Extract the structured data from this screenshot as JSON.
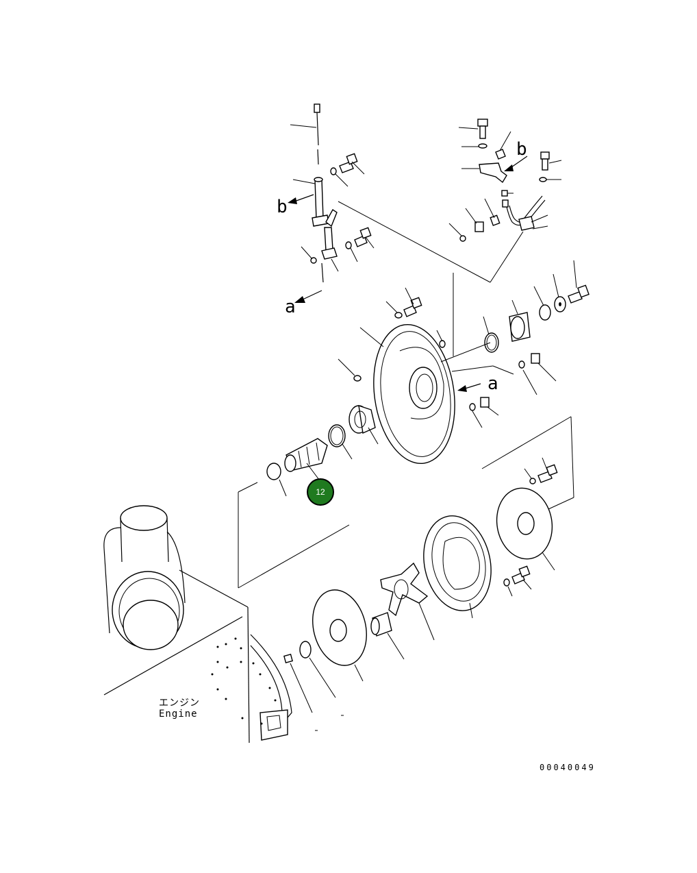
{
  "diagram": {
    "view_letters": {
      "b_left": "b",
      "b_right": "b",
      "a_left": "a",
      "a_right": "a"
    },
    "engine_label_jp": "エンジン",
    "engine_label_en": "Engine",
    "drawing_code": "00040049",
    "callout": {
      "number": "12",
      "color": "#1f7a1f",
      "border_color": "#000000"
    }
  }
}
